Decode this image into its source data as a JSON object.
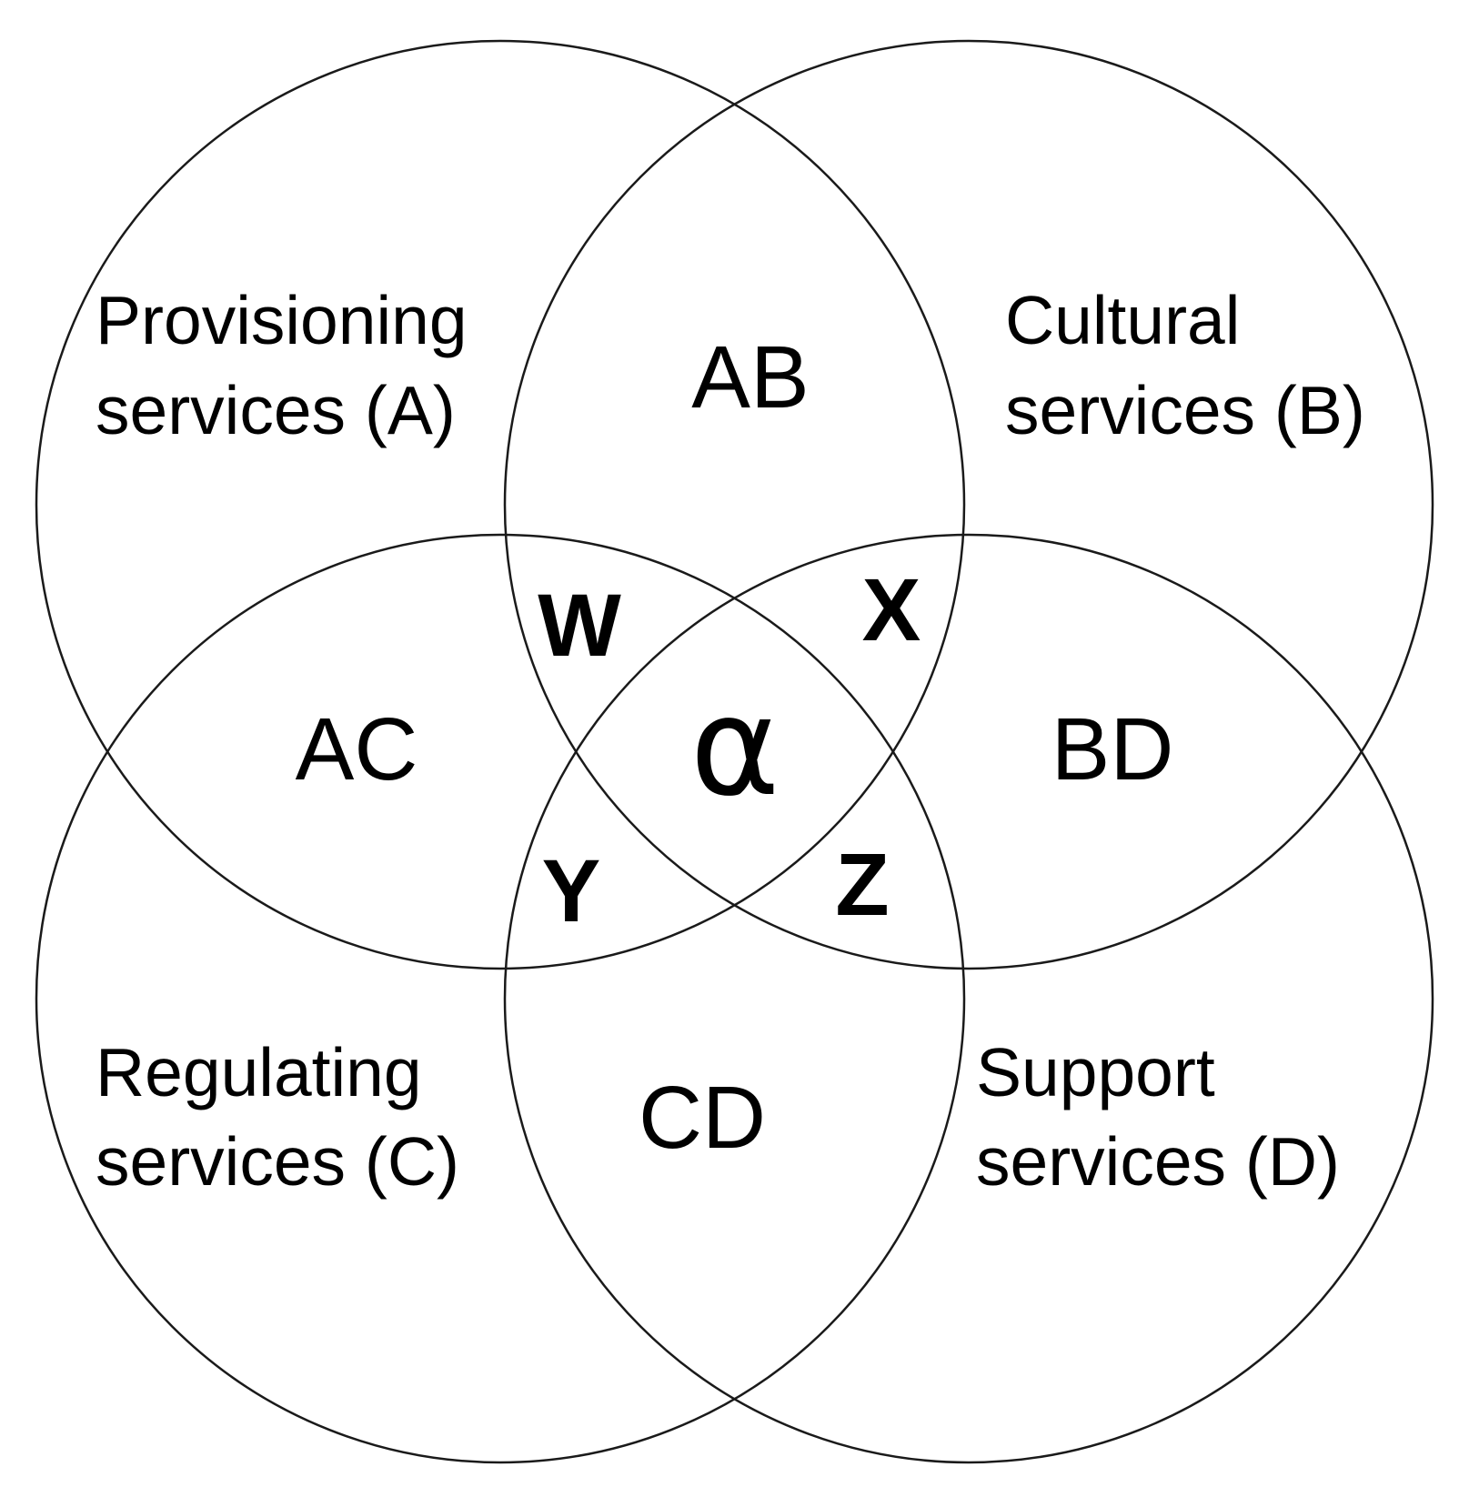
{
  "sets": [
    {
      "id": "A",
      "line1": "Provisioning",
      "line2": "services (A)"
    },
    {
      "id": "B",
      "line1": "Cultural",
      "line2": "services (B)"
    },
    {
      "id": "C",
      "line1": "Regulating",
      "line2": "services (C)"
    },
    {
      "id": "D",
      "line1": "Support",
      "line2": "services (D)"
    }
  ],
  "pairs": {
    "AB": "AB",
    "AC": "AC",
    "BD": "BD",
    "CD": "CD"
  },
  "triples": {
    "W": "W",
    "X": "X",
    "Y": "Y",
    "Z": "Z"
  },
  "center": "α",
  "colors": {
    "stroke": "#1a1a1a",
    "text": "#000000",
    "background": "#ffffff"
  }
}
